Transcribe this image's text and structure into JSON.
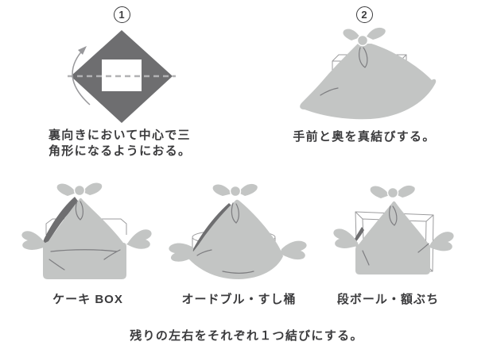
{
  "colors": {
    "cloth_light": "#c3c5c4",
    "cloth_dark": "#6e6e70",
    "outline": "#9b9b9d",
    "crease": "#7d7d80",
    "text": "#3b3b3d",
    "dash": "#b2b2b4",
    "arrow": "#98989b"
  },
  "steps": [
    {
      "number": "1",
      "caption_lines": [
        "裏向きにおいて中心で三",
        "角形になるようにおる。"
      ]
    },
    {
      "number": "2",
      "caption_lines": [
        "手前と奥を真結びする。"
      ]
    }
  ],
  "examples": [
    {
      "label": "ケーキ BOX"
    },
    {
      "label": "オードブル・すし桶"
    },
    {
      "label": "段ボール・額ぶち"
    }
  ],
  "footer": {
    "caption": "残りの左右をそれぞれ１つ結びにする。"
  }
}
